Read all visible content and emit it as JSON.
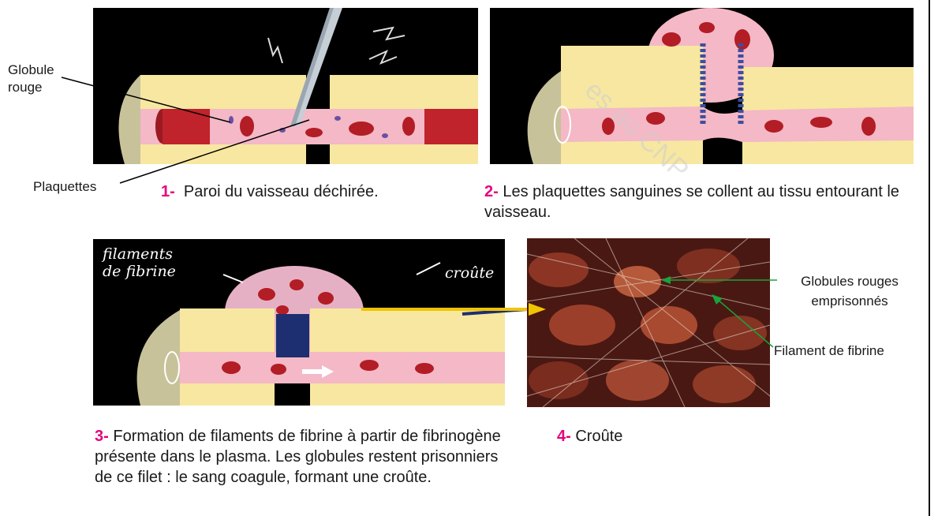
{
  "watermark": "es au CNP",
  "labels": {
    "globule_rouge": "Globule rouge",
    "plaquettes": "Plaquettes",
    "globules_emprisonnes": "Globules rouges emprisonnés",
    "filament_fibrine": "Filament de fibrine",
    "filaments_de_fibrine_line1": "filaments",
    "filaments_de_fibrine_line2": "de fibrine",
    "croute_chalk": "croûte"
  },
  "captions": [
    {
      "num": "1-",
      "text": "Paroi du vaisseau déchirée."
    },
    {
      "num": "2-",
      "text": "Les plaquettes sanguines se collent au tissu entourant le vaisseau."
    },
    {
      "num": "3-",
      "text": "Formation de filaments de fibrine à partir de fibrinogène présente dans le plasma. Les globules restent prisonniers de ce filet : le sang coagule, formant une croûte."
    },
    {
      "num": "4-",
      "text": "Croûte"
    }
  ],
  "colors": {
    "caption_number": "#e6007e",
    "arrow": "#f0c400",
    "annotation_line": "#1aa33c",
    "vessel": "#f4b8c6",
    "tissue": "#f7e7a1",
    "blood": "#c0232b"
  }
}
